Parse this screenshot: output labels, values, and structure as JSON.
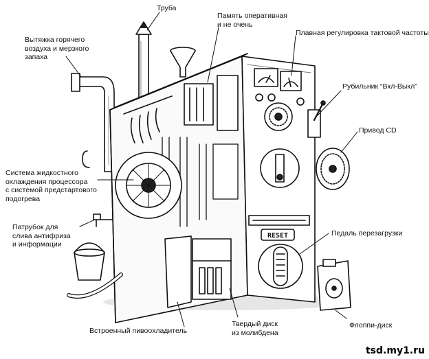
{
  "labels": {
    "pipe": "Труба",
    "exhaust": "Вытяжка горячего\nвоздуха и мерзкого\nзапаха",
    "ram": "Память оперативная\nи не очень",
    "clock": "Плавная регулировка тактовой частоты",
    "switch": "Рубильник “Вкл-Выкл”",
    "cd": "Привод CD",
    "cooling": "Система жидкостного\nохлаждения  процессора\nс системой предстартового\nподогрева",
    "drain": "Патрубок для\nслива антифриза\nи информации",
    "reset_pedal": "Педаль перезагрузки",
    "beer_cooler": "Встроенный пивоохладитель",
    "hdd": "Твердый диск\nиз молибдена",
    "floppy": "Флоппи-диск"
  },
  "device": {
    "reset_plate": "RESET"
  },
  "watermark": "tsd.my1.ru"
}
